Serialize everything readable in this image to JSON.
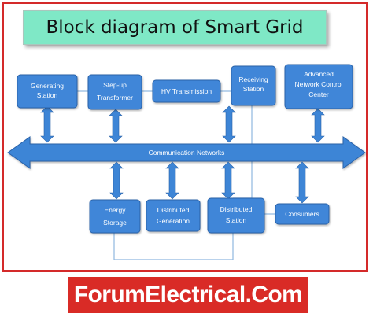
{
  "title": "Block diagram of Smart Grid",
  "bus": {
    "label": "Communication Networks"
  },
  "nodes": {
    "generating_station": [
      "Generating",
      "Station"
    ],
    "step_up_transformer": [
      "Step-up",
      "Transformer"
    ],
    "hv_transmission": [
      "HV Transmission"
    ],
    "receiving_station": [
      "Receiving",
      "Station"
    ],
    "advanced_network_control_center": [
      "Advanced",
      "Network Control",
      "Center"
    ],
    "energy_storage": [
      "Energy",
      "Storage"
    ],
    "distributed_generation": [
      "Distributed",
      "Generation"
    ],
    "distributed_station": [
      "Distributed",
      "Station"
    ],
    "consumers": [
      "Consumers"
    ]
  },
  "footer": {
    "text": "ForumElectrical.Com"
  },
  "colors": {
    "frame": "#d42a2a",
    "title_bg": "#7fe8c6",
    "block_fill": "#3f86d8",
    "block_border": "#2a62a8",
    "arrow": "#3d85d6",
    "connector": "#8fb8e0",
    "footer_bg": "#d92b26"
  }
}
